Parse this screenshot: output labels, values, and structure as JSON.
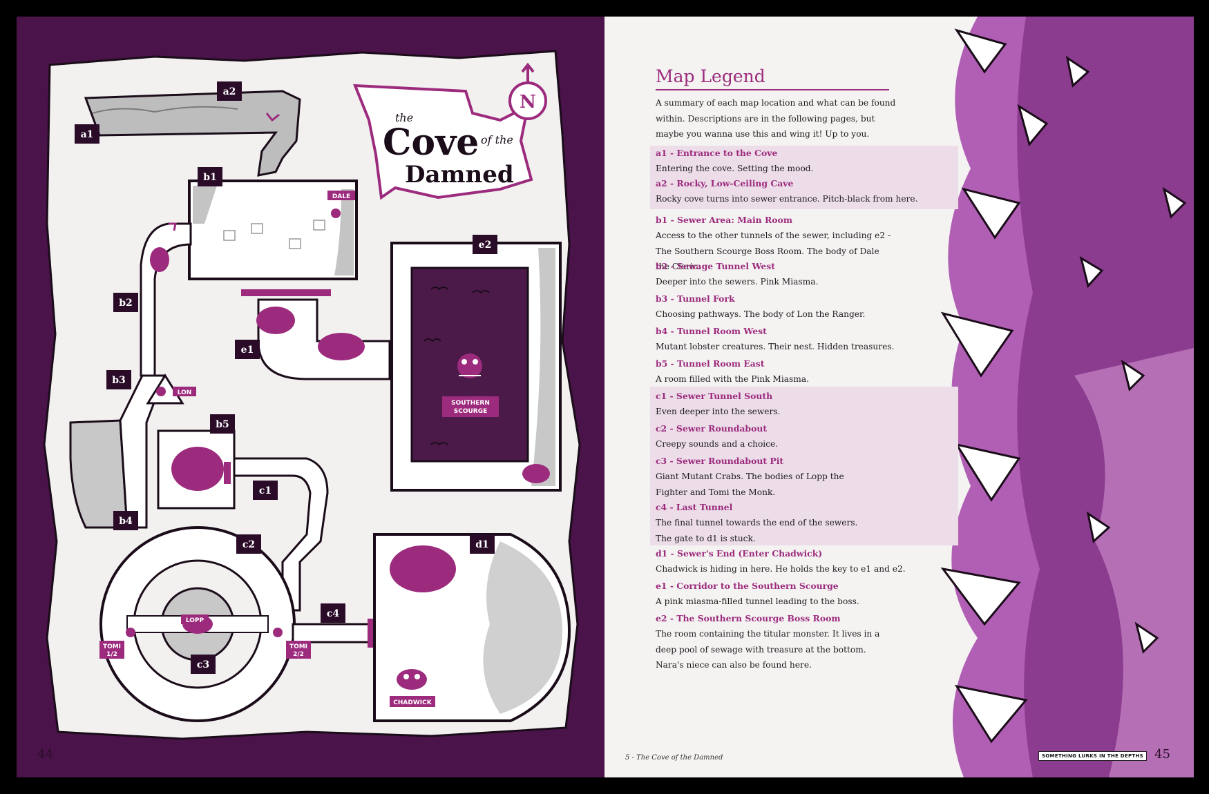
{
  "map": {
    "title_line1": "the",
    "title_line2": "Cove",
    "title_line3": "of the",
    "title_line4": "Damned",
    "compass": "N",
    "rooms": {
      "a1": "a1",
      "a2": "a2",
      "b1": "b1",
      "b2": "b2",
      "b3": "b3",
      "b4": "b4",
      "b5": "b5",
      "c1": "c1",
      "c2": "c2",
      "c3": "c3",
      "c4": "c4",
      "d1": "d1",
      "e1": "e1",
      "e2": "e2"
    },
    "markers": {
      "dale": "DALE",
      "lon": "LON",
      "lopp": "LOPP",
      "tomi1_line1": "TOMI",
      "tomi1_line2": "1/2",
      "tomi2_line1": "TOMI",
      "tomi2_line2": "2/2",
      "boss_line1": "SOUTHERN",
      "boss_line2": "SCOURGE",
      "chadwick": "CHADWICK"
    },
    "colors": {
      "page": "#4a1349",
      "magenta": "#9c2b7d",
      "sewage": "#4b1a49",
      "paper": "#f2f1f0"
    }
  },
  "legend": {
    "title": "Map Legend",
    "intro": "A summary of each map location and what can be found within. Descriptions are in the following pages, but maybe you wanna use this and wing it! Up to you.",
    "entries": [
      {
        "title": "a1 - Entrance to the Cove",
        "desc": "Entering the cove. Setting the mood."
      },
      {
        "title": "a2 - Rocky, Low-Ceiling Cave",
        "desc": "Rocky cove turns into sewer entrance. Pitch-black from here."
      },
      {
        "title": "b1 - Sewer Area: Main Room",
        "desc": "Access to the other tunnels of the sewer, including e2 - The Southern Scourge Boss Room. The body of Dale the Cleric."
      },
      {
        "title": "b2 - Sewage Tunnel West",
        "desc": "Deeper into the sewers. Pink Miasma."
      },
      {
        "title": "b3 - Tunnel Fork",
        "desc": "Choosing pathways. The body of Lon the Ranger."
      },
      {
        "title": "b4 - Tunnel Room West",
        "desc": "Mutant lobster creatures. Their nest. Hidden treasures."
      },
      {
        "title": "b5 - Tunnel Room East",
        "desc": "A room filled with the Pink Miasma."
      },
      {
        "title": "c1 - Sewer Tunnel South",
        "desc": "Even deeper into the sewers."
      },
      {
        "title": "c2 - Sewer Roundabout",
        "desc": "Creepy sounds and a choice."
      },
      {
        "title": "c3 - Sewer Roundabout Pit",
        "desc": "Giant Mutant Crabs. The bodies of Lopp the Fighter and Tomi the Monk."
      },
      {
        "title": "c4 - Last Tunnel",
        "desc": "The final tunnel towards the end of the sewers. The gate to d1 is stuck."
      },
      {
        "title": "d1 - Sewer's End (Enter Chadwick)",
        "desc": "Chadwick is hiding in here. He holds the key to e1 and e2."
      },
      {
        "title": "e1 - Corridor to the Southern Scourge",
        "desc": "A pink miasma-filled tunnel leading to the boss."
      },
      {
        "title": "e2 - The Southern Scourge Boss Room",
        "desc": "The room containing the titular monster. It lives in a deep pool of sewage with treasure at the bottom. Nara's niece can also be found here."
      }
    ]
  },
  "footer": {
    "page_left": "44",
    "page_right": "45",
    "running_foot": "5 - The Cove of the Damned",
    "tagline": "SOMETHING LURKS IN THE DEPTHS"
  }
}
